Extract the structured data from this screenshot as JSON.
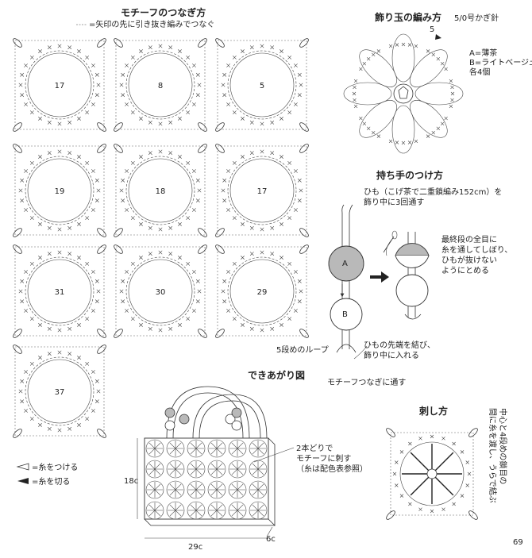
{
  "motif_join": {
    "title": "モチーフのつなぎ方",
    "legend": "=矢印の先に引き抜き編みでつなぐ",
    "numbers": [
      "17",
      "8",
      "5",
      "19",
      "18",
      "17",
      "31",
      "30",
      "29",
      "37"
    ]
  },
  "bead": {
    "title": "飾り玉の編み方",
    "hook": "5/0号かぎ針",
    "step_label": "5",
    "colors": [
      "A=薄茶",
      "B=ライトベージュ",
      "各4個"
    ]
  },
  "handle": {
    "title": "持ち手のつけ方",
    "note_top": [
      "ひも（こげ茶で二重鎖編み152cm）を",
      "飾り中に3回通す"
    ],
    "note_right": [
      "最終段の全目に",
      "糸を通してしぼり、",
      "ひもが抜けない",
      "ようにとめる"
    ],
    "bead_a": "A",
    "bead_b": "B",
    "loop_label": "5段めのループ",
    "note_end": [
      "ひもの先端を結び、",
      "飾り中に入れる"
    ],
    "note_bottom": "モチーフつなぎに通す"
  },
  "finished": {
    "title": "できあがり図",
    "note": [
      "2本どりで",
      "モチーフに刺す",
      "（糸は配色表参照）"
    ],
    "dim_height": "18c",
    "dim_width": "29c",
    "dim_depth": "6c"
  },
  "embroidery": {
    "title": "刺し方",
    "note_vertical": [
      "中心と4段めの鎖目の",
      "間に糸を渡し、うらで結ぶ"
    ]
  },
  "yarn_legend": {
    "attach": "=糸をつける",
    "cut": "=糸を切る"
  },
  "page_number": "69"
}
